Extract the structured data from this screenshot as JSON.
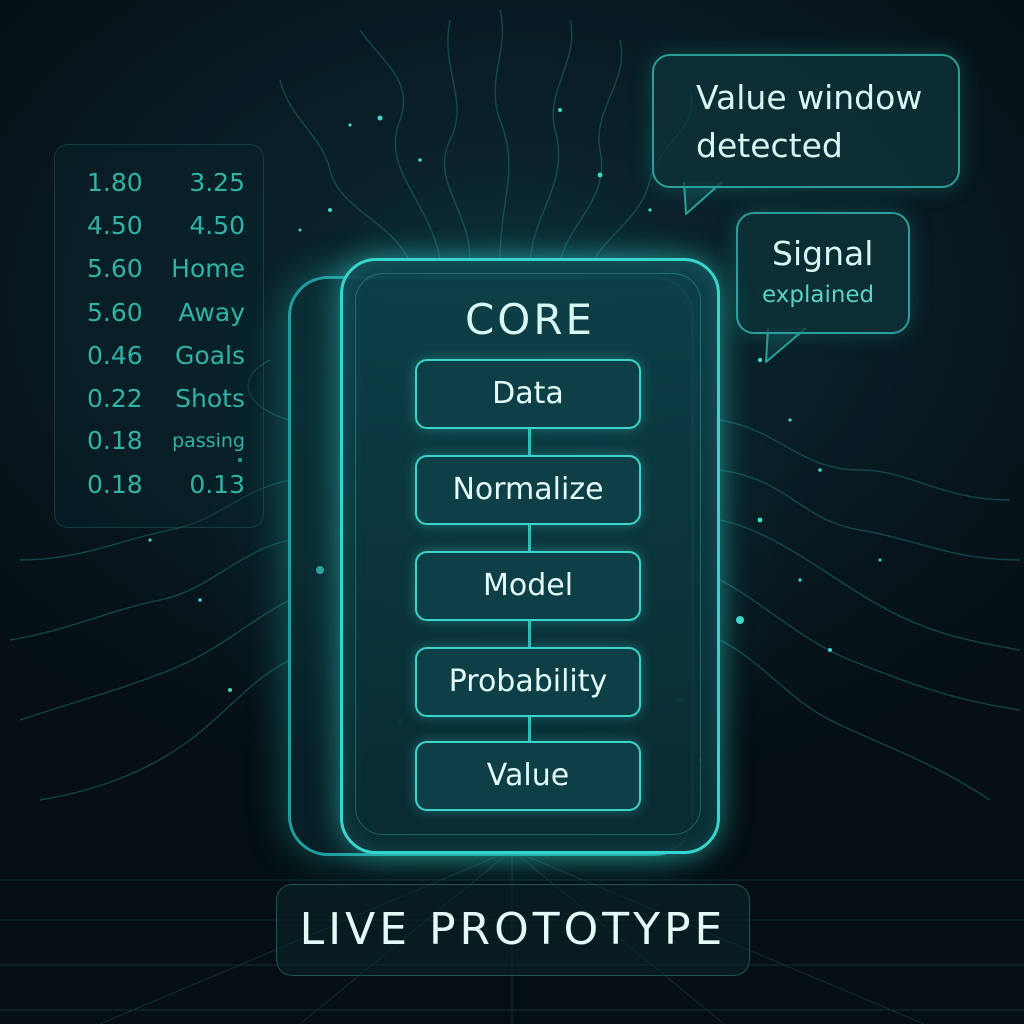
{
  "odds_panel": {
    "rows": [
      {
        "left": "1.80",
        "right": "3.25"
      },
      {
        "left": "4.50",
        "right": "4.50"
      },
      {
        "left": "5.60",
        "right": "Home"
      },
      {
        "left": "5.60",
        "right": "Away"
      },
      {
        "left": "0.46",
        "right": "Goals"
      },
      {
        "left": "0.22",
        "right": "Shots"
      },
      {
        "left": "0.18",
        "right": "passing"
      },
      {
        "left": "0.18",
        "right": "0.13"
      }
    ]
  },
  "bubbles": {
    "value_window": {
      "line1": "Value window",
      "line2": "detected"
    },
    "signal": {
      "line1": "Signal",
      "line2": "explained"
    }
  },
  "core": {
    "title": "CORE",
    "steps": [
      "Data",
      "Normalize",
      "Model",
      "Probability",
      "Value"
    ]
  },
  "badge": {
    "label": "LIVE PROTOTYPE"
  },
  "colors": {
    "accent": "#36d6cf",
    "odds_text": "#2fb3a6",
    "background": "#06131a"
  }
}
